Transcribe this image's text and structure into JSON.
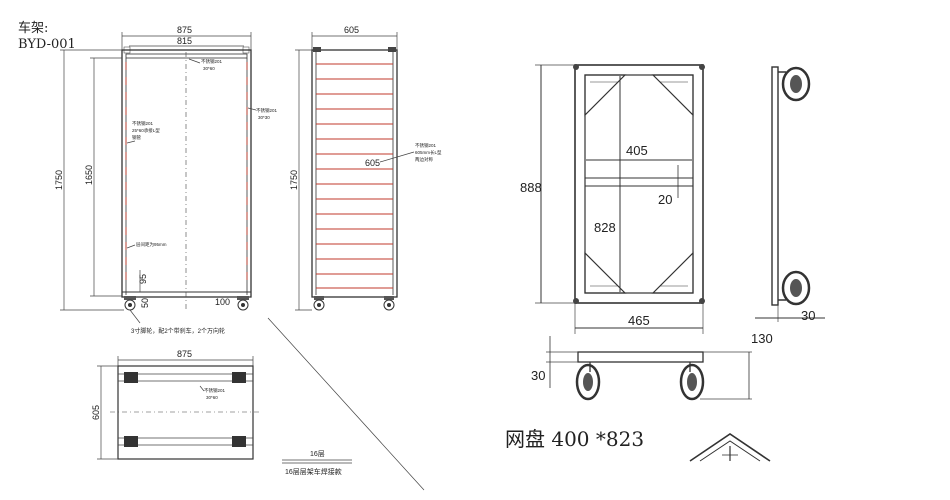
{
  "title_block": {
    "label": "车架:",
    "code": "BYD-001"
  },
  "front_view": {
    "dim_overall_width": "875",
    "dim_inner_width": "815",
    "dim_overall_height": "1750",
    "dim_inner_height": "1650",
    "dim_bottom_gap": "95",
    "dim_caster_offset": "50",
    "dim_caster_offset_right": "100",
    "note_top_tube": "不锈钢201",
    "note_top_tube_size": "30*60",
    "note_side_tube": "不锈钢201",
    "note_side_tube_size": "30*30",
    "note_rail": "不锈钢201",
    "note_rail_size": "25*60承接L型",
    "note_rail_detail": "钢管",
    "note_spacing": "层间距为95mm",
    "note_casters": "3寸脚轮，配2个带刹车，2个万向轮"
  },
  "side_view": {
    "dim_depth": "605",
    "dim_height": "1750",
    "dim_rail_length": "605",
    "note_rail": "不锈钢201",
    "note_rail_size": "605mm长L型",
    "note_rail_detail": "两边对称"
  },
  "top_view": {
    "dim_width": "875",
    "dim_depth": "605",
    "note_tube": "不锈钢201",
    "note_tube_size": "30*60"
  },
  "caption": {
    "layers": "16层",
    "name": "16层层架车焊接款"
  },
  "tray_front": {
    "dim_width_inner": "405",
    "dim_crossbar": "20",
    "dim_inner_height": "828",
    "dim_overall_height": "888",
    "dim_overall_width": "465"
  },
  "tray_side": {
    "dim_wheel": "30"
  },
  "tray_bottom": {
    "dim_height": "130",
    "dim_lift": "30"
  },
  "tray_caption": {
    "text": "网盘 400 *823"
  }
}
